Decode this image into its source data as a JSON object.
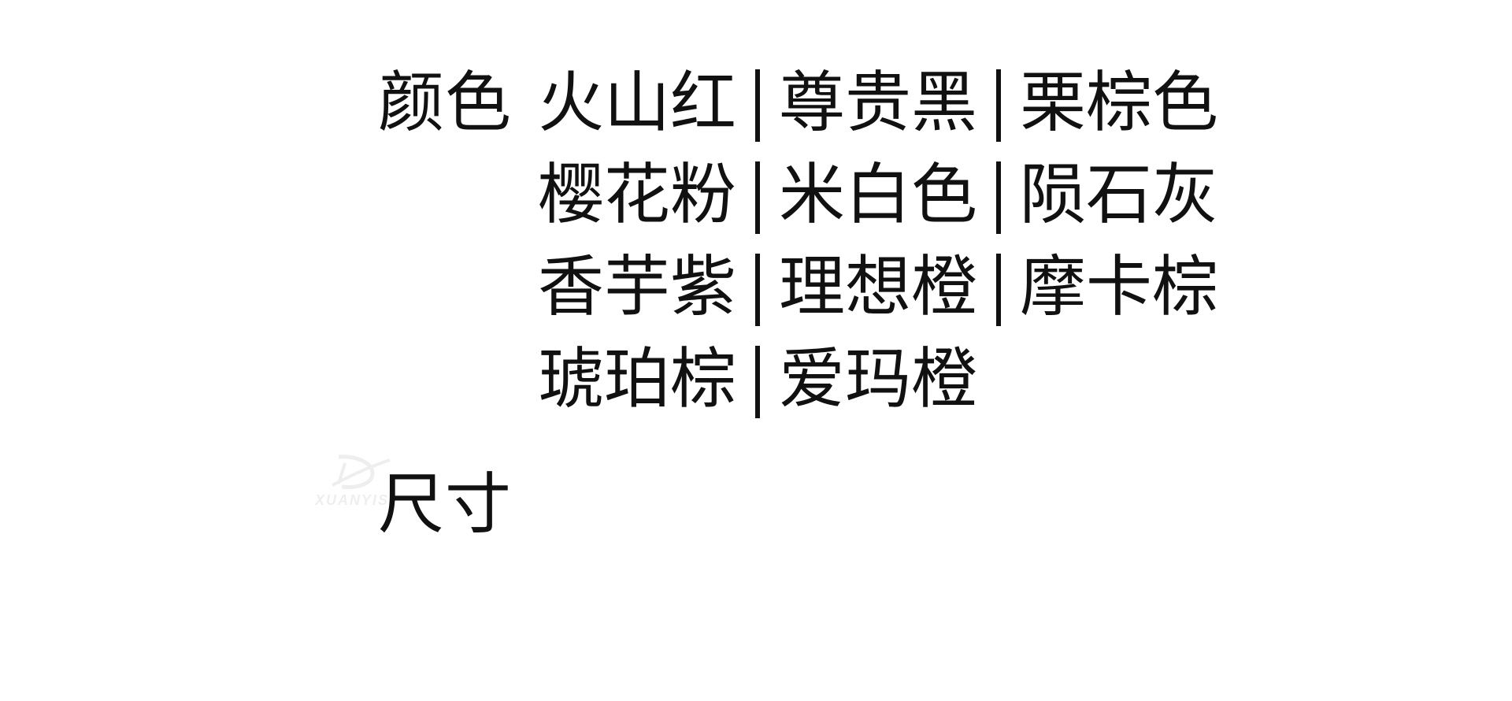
{
  "labels": {
    "color": "颜色",
    "size": "尺寸"
  },
  "color_options": {
    "row1": [
      "火山红",
      "尊贵黑",
      "栗棕色"
    ],
    "row2": [
      "樱花粉",
      "米白色",
      "陨石灰"
    ],
    "row3": [
      "香芋紫",
      "理想橙",
      "摩卡棕"
    ],
    "row4": [
      "琥珀棕",
      "爱玛橙"
    ]
  },
  "watermark": {
    "text": "XUANYIS",
    "icon": "brand-logo-icon"
  }
}
